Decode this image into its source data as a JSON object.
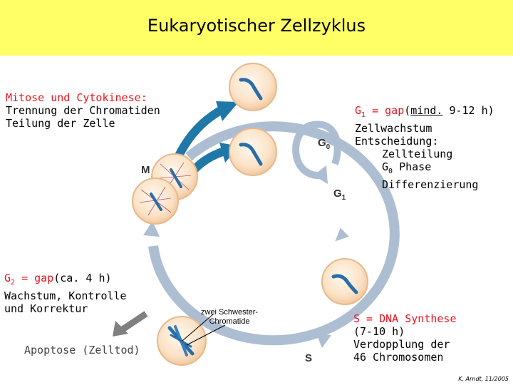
{
  "title": "Eukaryotischer Zellzyklus",
  "phase_labels": {
    "m": "M",
    "g0": "G",
    "g0_sub": "0",
    "g1": "G",
    "g1_sub": "1",
    "s": "S"
  },
  "mitosis": {
    "heading": "Mitose und Cytokinese:",
    "line1": "Trennung der Chromatiden",
    "line2": "Teilung der Zelle"
  },
  "g1_text": {
    "label": "G",
    "sub": "1",
    "eq": " = gap",
    "paren": "(",
    "mind": "mind.",
    "rest": " 9-12 h)",
    "line2": "Zellwachstum",
    "line3": "Entscheidung:",
    "line4": "Zellteilung",
    "line5_label": "G",
    "line5_sub": "0",
    "line5_rest": " Phase",
    "line6": "Differenzierung"
  },
  "g2_text": {
    "label": "G",
    "sub": "2",
    "eq": " = gap",
    "rest": "(ca. 4 h)",
    "line2": "Wachstum, Kontrolle",
    "line3": "und Korrektur"
  },
  "apoptosis": "Apoptose (Zelltod)",
  "chromatid_note": {
    "line1": "zwei Schwester-",
    "line2": "Chromatide"
  },
  "s_text": {
    "heading": "S = DNA Synthese",
    "line2": "(7-10 h)",
    "line3": "Verdopplung der",
    "line4": "46 Chromosomen"
  },
  "credit": "K. Arndt, 11/2005",
  "colors": {
    "title_bg": "#ffff66",
    "cycle_arrow": "#aebed2",
    "mitosis_arrow": "#1f78a8",
    "cell_fill": "#fbe2c6",
    "cell_border": "#e7b98c",
    "chromosome": "#2a6ea8",
    "red_text": "#e8141c",
    "apoptosis_arrow": "#808080"
  }
}
